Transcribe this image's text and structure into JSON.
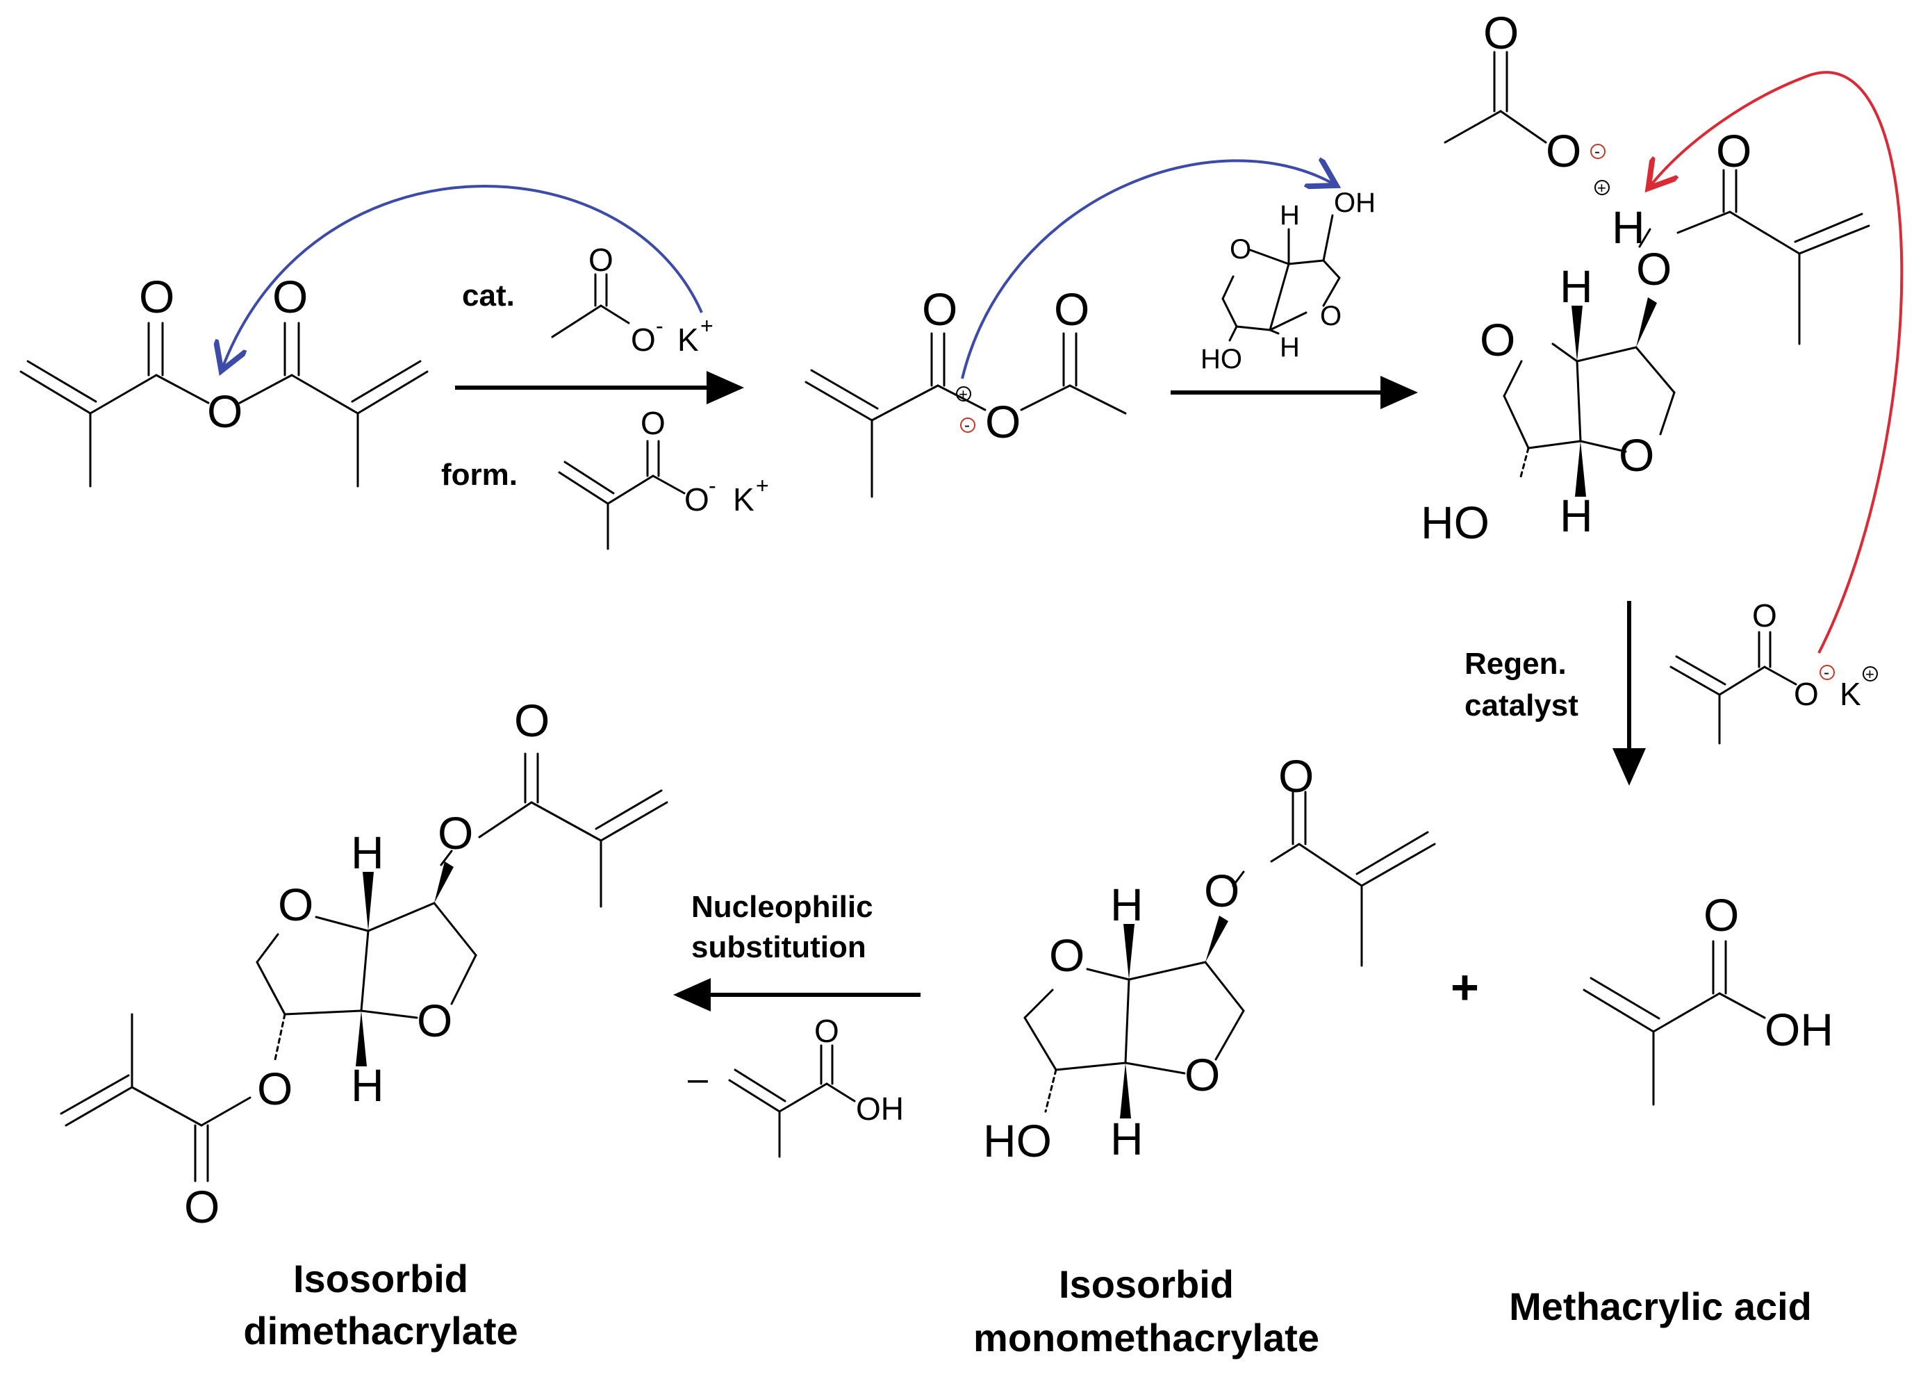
{
  "colors": {
    "mechanism_arrow_blue": "#3d4ba8",
    "mechanism_arrow_red": "#d92a35",
    "ink": "#000000"
  },
  "labels": {
    "cat": "cat.",
    "form": "form.",
    "regen_line1": "Regen.",
    "regen_line2": "catalyst",
    "nucleophilic_line1": "Nucleophilic",
    "nucleophilic_line2": "substitution",
    "minus": "–",
    "plus": "+",
    "product_dimethacrylate_line1": "Isosorbid",
    "product_dimethacrylate_line2": "dimethacrylate",
    "product_monomethacrylate_line1": "Isosorbid",
    "product_monomethacrylate_line2": "monomethacrylate",
    "product_methacrylic_acid": "Methacrylic acid"
  },
  "atoms": {
    "O": "O",
    "H": "H",
    "HO": "HO",
    "OH": "OH",
    "K": "K",
    "plus_sup": "+",
    "minus_sup": "-"
  }
}
